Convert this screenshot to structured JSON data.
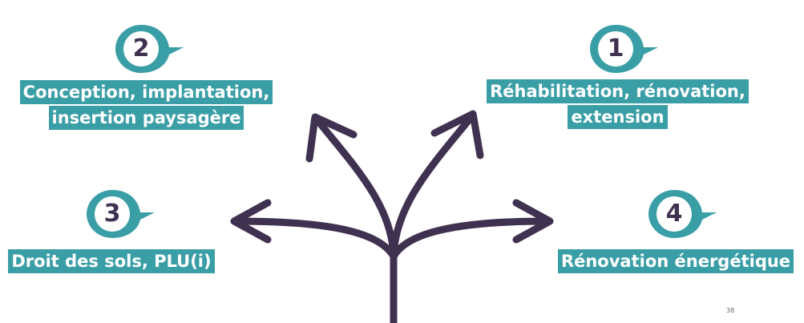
{
  "steps": [
    {
      "number": "1",
      "lines": [
        "Réhabilitation, rénovation,",
        "extension"
      ]
    },
    {
      "number": "2",
      "lines": [
        "Conception, implantation,",
        "insertion paysagère"
      ]
    },
    {
      "number": "3",
      "lines": [
        "Droit des sols, PLU(i)"
      ]
    },
    {
      "number": "4",
      "lines": [
        "Rénovation énergétique"
      ]
    }
  ],
  "page_number": "38",
  "colors": {
    "teal": "#3a9ea6",
    "arrow": "#3f3251",
    "pin_fill": "#ffffff",
    "text_on_teal": "#ffffff"
  },
  "icons": {
    "pin": "map-marker-icon",
    "arrow": "arrow-icon"
  }
}
